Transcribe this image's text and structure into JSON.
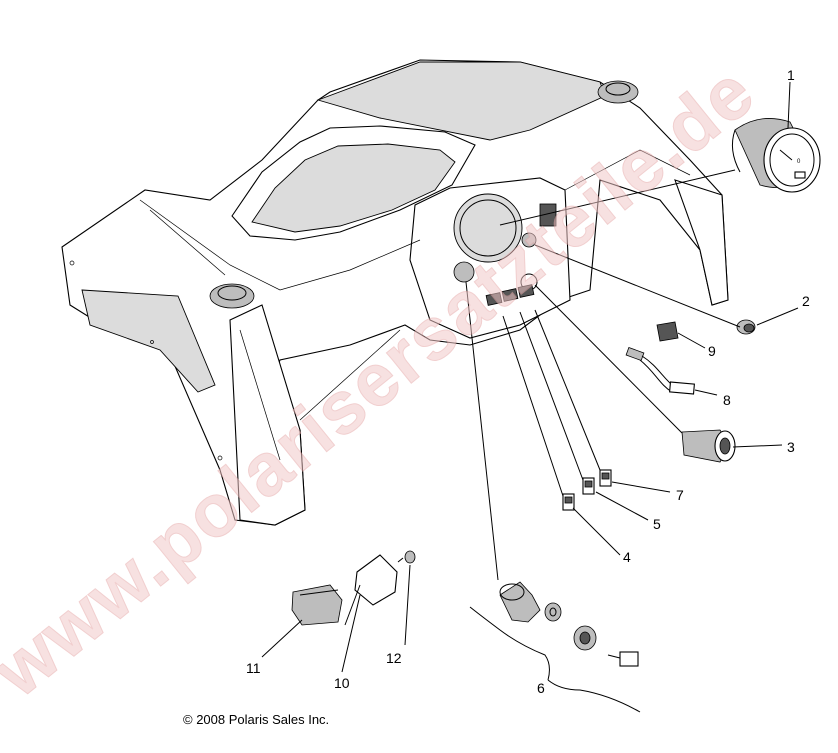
{
  "watermark": "www.polarisersatzteile.de",
  "copyright": "© 2008 Polaris Sales Inc.",
  "callouts": {
    "c1": "1",
    "c2": "2",
    "c3": "3",
    "c4": "4",
    "c5": "5",
    "c6": "6",
    "c7": "7",
    "c8": "8",
    "c9": "9",
    "c10": "10",
    "c11": "11",
    "c12": "12"
  },
  "gauge_face_text": "0"
}
